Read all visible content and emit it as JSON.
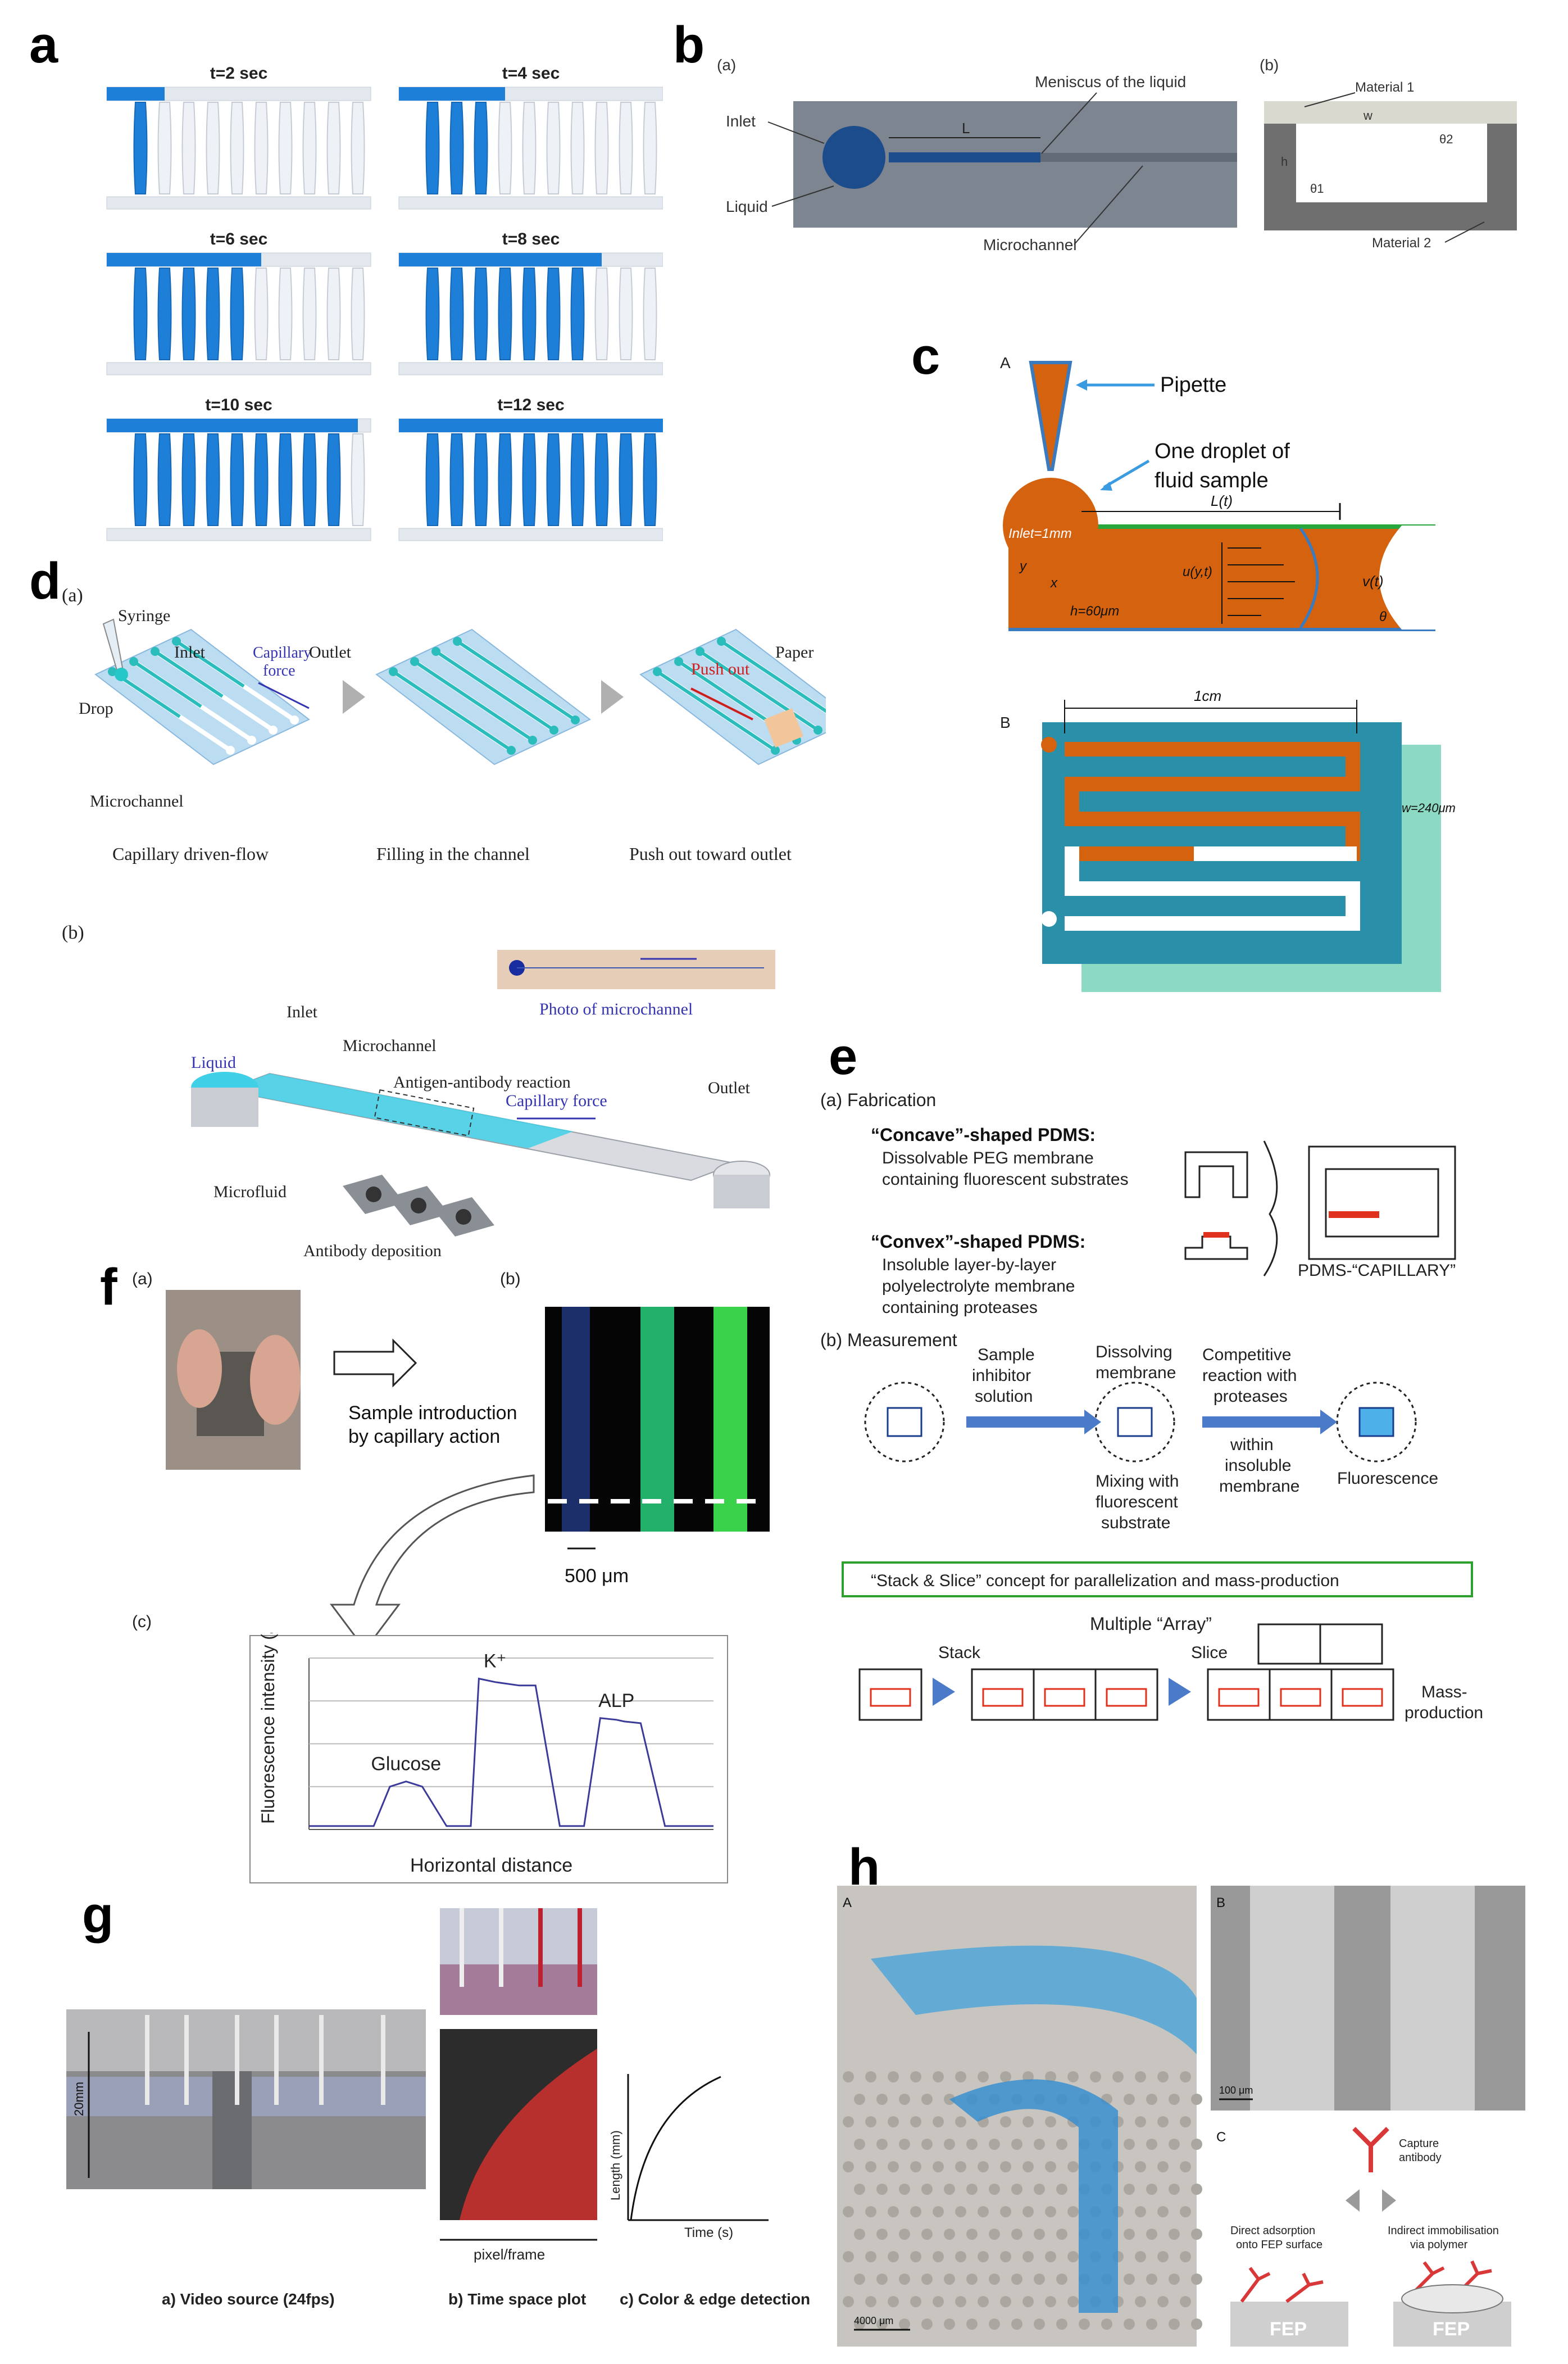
{
  "panel_labels": {
    "a": "a",
    "b": "b",
    "c": "c",
    "d": "d",
    "e": "e",
    "f": "f",
    "g": "g",
    "h": "h"
  },
  "a": {
    "frames": [
      "t=2 sec",
      "t=4 sec",
      "t=6 sec",
      "t=8 sec",
      "t=10 sec",
      "t=12 sec"
    ],
    "fill_counts": [
      1,
      3,
      5,
      7,
      9,
      10
    ]
  },
  "b": {
    "sub_a": "(a)",
    "sub_b": "(b)",
    "inlet": "Inlet",
    "liquid": "Liquid",
    "meniscus": "Meniscus of the liquid",
    "L": "L",
    "microchannel": "Microchannel",
    "material1": "Material 1",
    "material2": "Material 2",
    "w": "w",
    "h": "h",
    "theta1": "θ1",
    "theta2": "θ2"
  },
  "c": {
    "A": "A",
    "B": "B",
    "pipette": "Pipette",
    "droplet_line1": "One droplet of",
    "droplet_line2": "fluid sample",
    "inlet": "Inlet=1mm",
    "Lt": "L(t)",
    "uyt": "u(y,t)",
    "h": "h=60μm",
    "vt": "v(t)",
    "theta": "θ",
    "x": "x",
    "y": "y",
    "one_cm": "1cm",
    "w": "w=240μm"
  },
  "d": {
    "sub_a": "(a)",
    "sub_b": "(b)",
    "syringe": "Syringe",
    "inlet": "Inlet",
    "outlet": "Outlet",
    "capillary_line1": "Capillary",
    "capillary_line2": "force",
    "drop": "Drop",
    "microchannel": "Microchannel",
    "paper": "Paper",
    "push_out": "Push out",
    "step1": "Capillary driven-flow",
    "step2": "Filling in the channel",
    "step3": "Push out toward outlet",
    "b_inlet": "Inlet",
    "b_liquid": "Liquid",
    "b_microchannel": "Microchannel",
    "b_antigen": "Antigen-antibody reaction",
    "b_capillary": "Capillary force",
    "b_outlet": "Outlet",
    "b_microfluid": "Microfluid",
    "b_antibody": "Antibody deposition",
    "b_photo": "Photo of microchannel"
  },
  "e": {
    "fab": "(a) Fabrication",
    "concave": "“Concave”-shaped PDMS:",
    "concave_1": "Dissolvable PEG membrane",
    "concave_2": "containing fluorescent substrates",
    "convex": "“Convex”-shaped PDMS:",
    "convex_1": "Insoluble layer-by-layer",
    "convex_2": "polyelectrolyte membrane",
    "convex_3": "containing proteases",
    "capillary": "PDMS-“CAPILLARY”",
    "meas": "(b) Measurement",
    "sample_1": "Sample",
    "sample_2": "inhibitor",
    "sample_3": "solution",
    "diss_1": "Dissolving",
    "diss_2": "membrane",
    "comp_1": "Competitive",
    "comp_2": "reaction with",
    "comp_3": "proteases",
    "within_1": "within",
    "within_2": "insoluble",
    "within_3": "membrane",
    "mix_1": "Mixing with",
    "mix_2": "fluorescent",
    "mix_3": "substrate",
    "fluor": "Fluorescence",
    "stack_box": "“Stack & Slice” concept for parallelization and mass-production",
    "multiple": "Multiple “Array”",
    "stack": "Stack",
    "slice": "Slice",
    "mass_1": "Mass-",
    "mass_2": "production"
  },
  "f": {
    "sub_a": "(a)",
    "sub_b": "(b)",
    "sub_c": "(c)",
    "intro_1": "Sample introduction",
    "intro_2": "by capillary action",
    "scale": "500 μm"
  },
  "chart_data": {
    "type": "line",
    "title": "",
    "xlabel": "Horizontal distance",
    "ylabel": "Fluorescence intensity (a.u.)",
    "annotations": [
      "Glucose",
      "K⁺",
      "ALP"
    ],
    "x": [
      0,
      10,
      16,
      20,
      24,
      28,
      34,
      40,
      42,
      46,
      52,
      56,
      62,
      68,
      72,
      76,
      78,
      82,
      88,
      94,
      98,
      100
    ],
    "y": [
      0.02,
      0.02,
      0.02,
      0.25,
      0.28,
      0.25,
      0.02,
      0.02,
      0.88,
      0.86,
      0.84,
      0.84,
      0.02,
      0.02,
      0.65,
      0.64,
      0.63,
      0.62,
      0.02,
      0.02,
      0.02,
      0.02
    ],
    "ylim": [
      0,
      1
    ],
    "grid": true
  },
  "g": {
    "scale": "20mm",
    "cap_a": "a) Video source (24fps)",
    "cap_b": "b) Time space plot",
    "cap_c": "c) Color & edge detection",
    "x_b": "pixel/frame",
    "x_c": "Time (s)",
    "y_c": "Length (mm)"
  },
  "h": {
    "A": "A",
    "B": "B",
    "C": "C",
    "scaleA": "4000 μm",
    "scaleB": "100 μm",
    "capture_1": "Capture",
    "capture_2": "antibody",
    "direct_1": "Direct adsorption",
    "direct_2": "onto FEP surface",
    "indirect_1": "Indirect immobilisation",
    "indirect_2": "via polymer",
    "fep": "FEP"
  }
}
